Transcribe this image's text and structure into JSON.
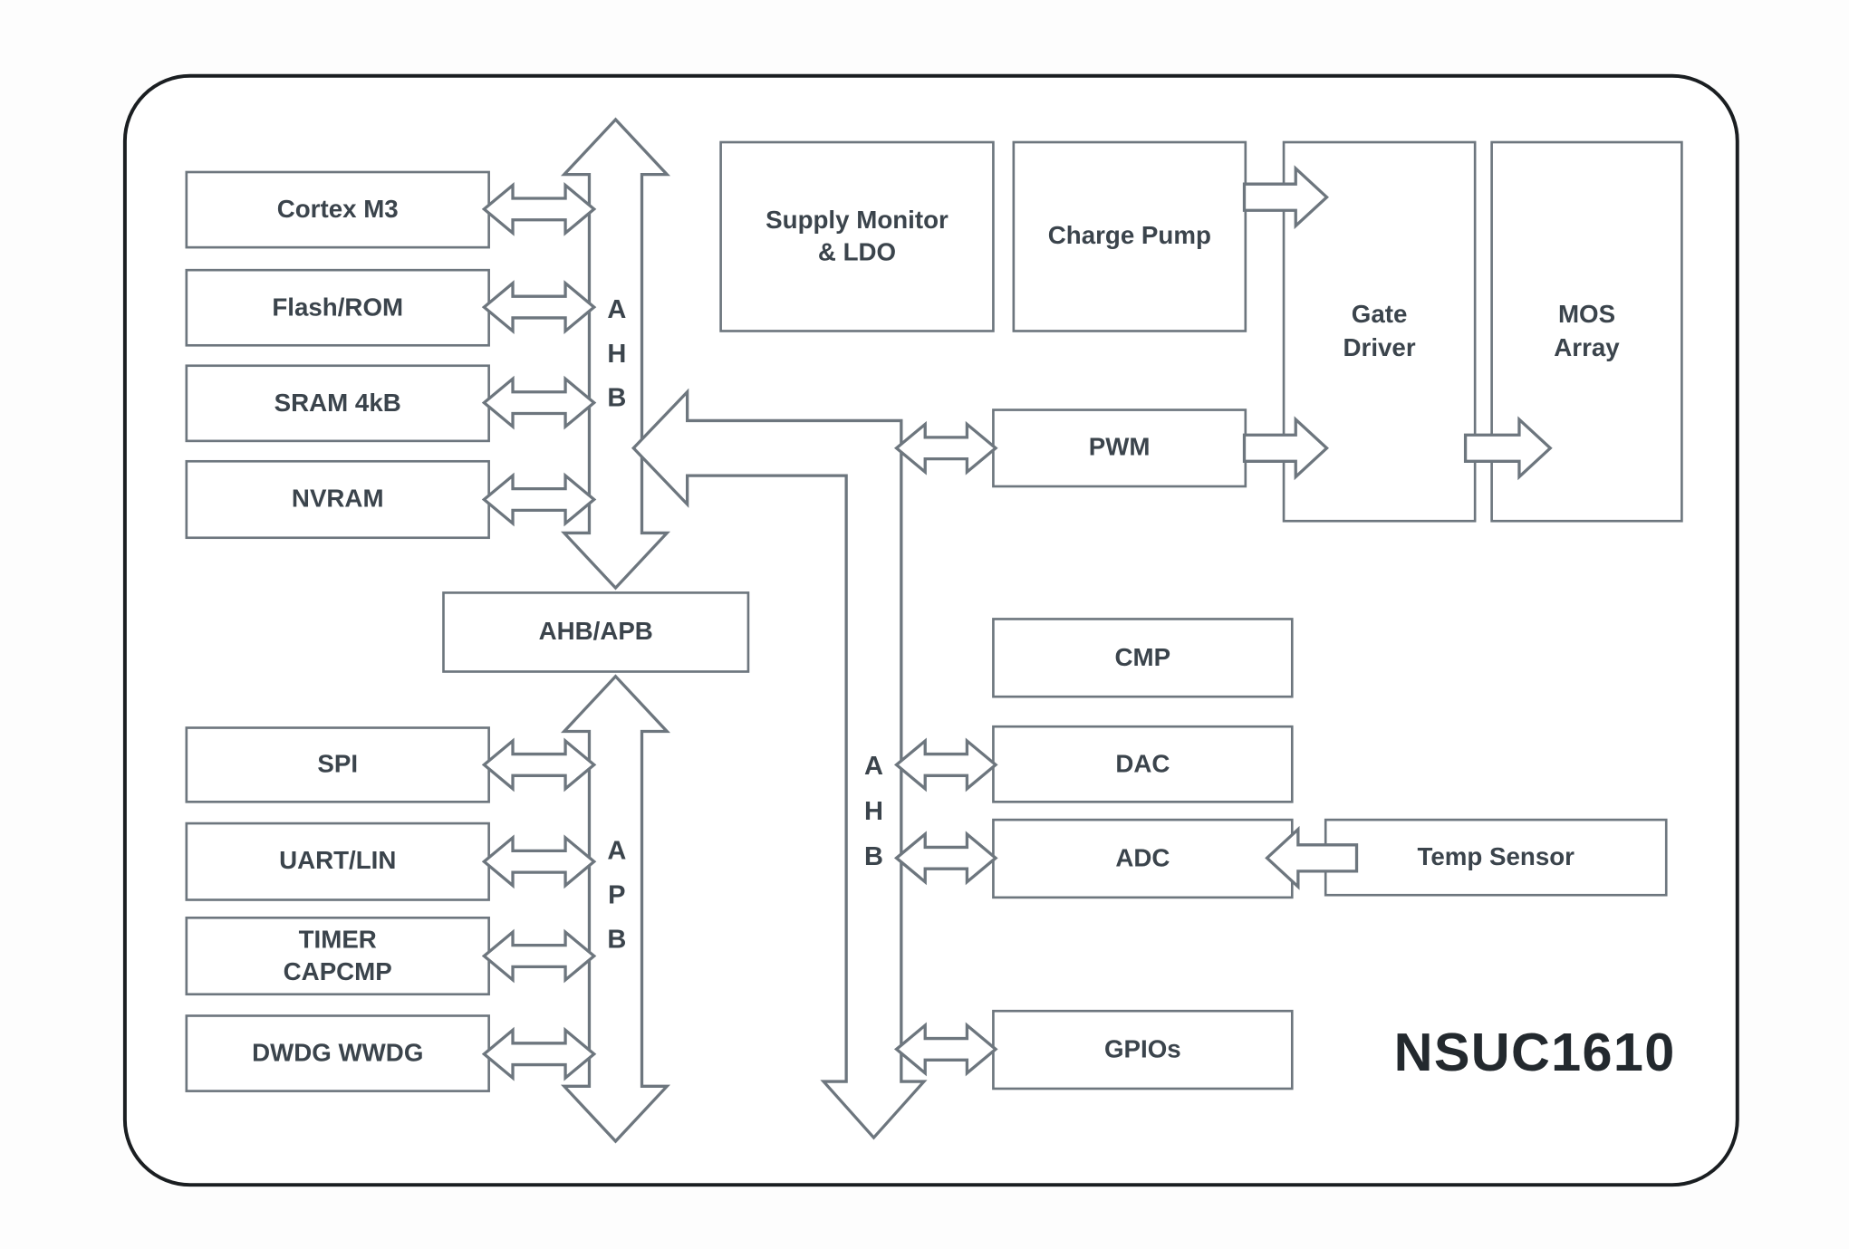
{
  "diagram": {
    "product": "NSUC1610",
    "blocks": {
      "cortex_m3": "Cortex M3",
      "flash_rom": "Flash/ROM",
      "sram": "SRAM 4kB",
      "nvram": "NVRAM",
      "ahb_apb": "AHB/APB",
      "spi": "SPI",
      "uart_lin": "UART/LIN",
      "timer_capcmp": "TIMER\nCAPCMP",
      "dwdg_wwdg": "DWDG WWDG",
      "supply_monitor": "Supply Monitor\n& LDO",
      "charge_pump": "Charge Pump",
      "gate_driver": "Gate\nDriver",
      "mos_array": "MOS\nArray",
      "pwm": "PWM",
      "cmp": "CMP",
      "dac": "DAC",
      "adc": "ADC",
      "temp_sensor": "Temp Sensor",
      "gpios": "GPIOs"
    },
    "buses": {
      "ahb_cpu": "A\nH\nB",
      "apb": "A\nP\nB",
      "ahb_peripheral": "A\nH\nB"
    },
    "colors": {
      "line": "#6d767e",
      "text": "#3b444c",
      "frame": "#1a1e21",
      "background": "#ffffff"
    }
  }
}
